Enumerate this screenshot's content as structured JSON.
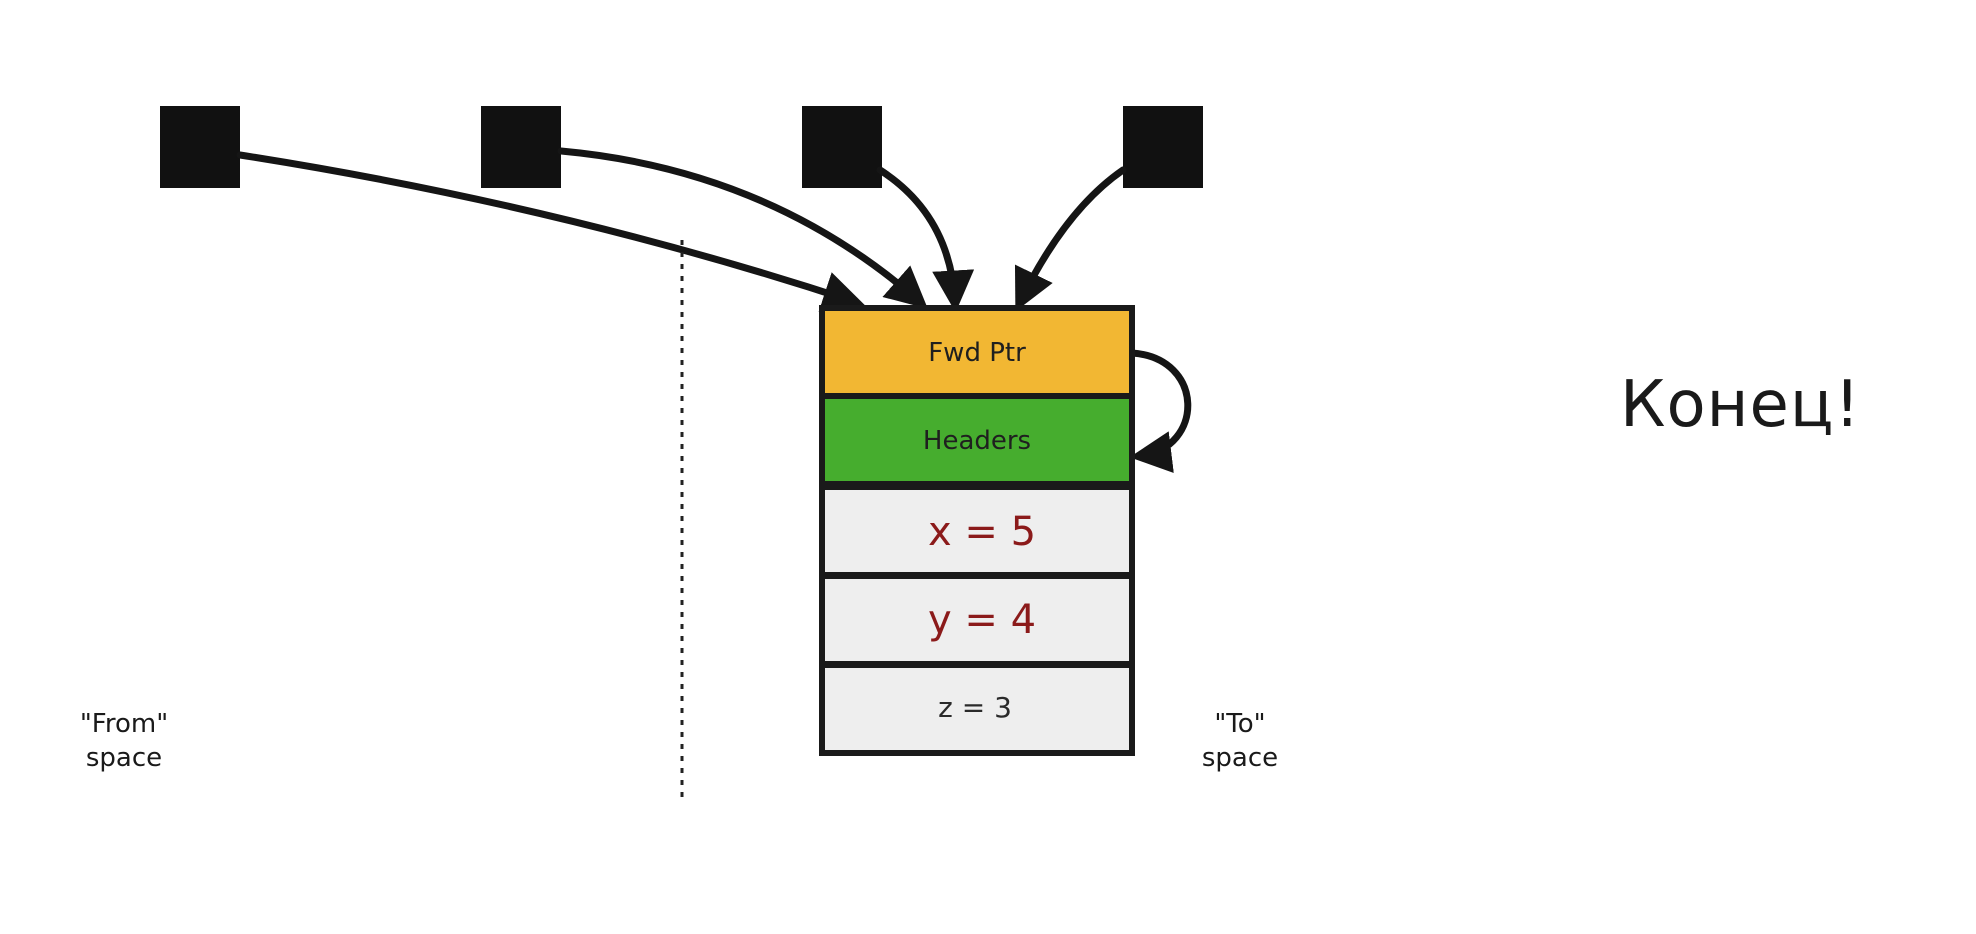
{
  "diagram": {
    "cells": {
      "fwd_ptr": {
        "label": "Fwd Ptr",
        "color": "#f2b733"
      },
      "headers": {
        "label": "Headers",
        "color": "#46ad2e"
      },
      "x": {
        "label": "x = 5",
        "color": "#eeeeee"
      },
      "y": {
        "label": "y = 4",
        "color": "#eeeeee"
      },
      "z": {
        "label": "z = 3",
        "color": "#eeeeee"
      }
    },
    "from_space": {
      "line1": "\"From\"",
      "line2": "space"
    },
    "to_space": {
      "line1": "\"To\"",
      "line2": "space"
    },
    "root_count": 4
  },
  "title": "Конец!"
}
